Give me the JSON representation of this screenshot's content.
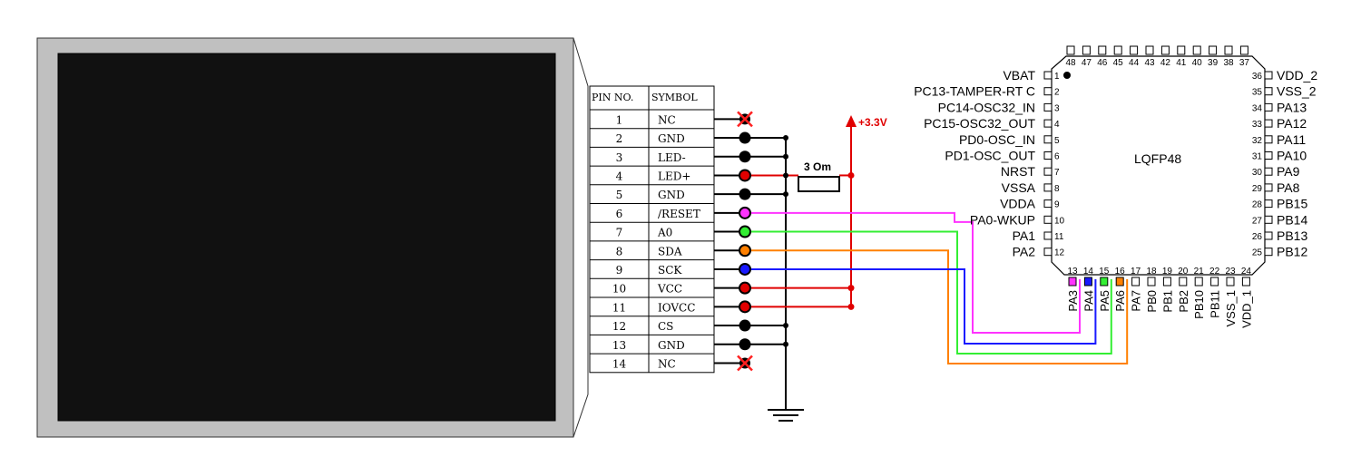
{
  "lcd": {
    "header_pin": "PIN NO.",
    "header_symbol": "SYMBOL",
    "pins": [
      {
        "no": "1",
        "symbol": "NC",
        "dot": "x",
        "color": "#000000"
      },
      {
        "no": "2",
        "symbol": "GND",
        "dot": "gnd",
        "color": "#000000"
      },
      {
        "no": "3",
        "symbol": "LED-",
        "dot": "gnd",
        "color": "#000000"
      },
      {
        "no": "4",
        "symbol": "LED+",
        "dot": "red",
        "color": "#e00000"
      },
      {
        "no": "5",
        "symbol": "GND",
        "dot": "gnd",
        "color": "#000000"
      },
      {
        "no": "6",
        "symbol": "/RESET",
        "dot": "sig",
        "color": "#ff33ff"
      },
      {
        "no": "7",
        "symbol": "A0",
        "dot": "sig",
        "color": "#33ee33"
      },
      {
        "no": "8",
        "symbol": "SDA",
        "dot": "sig",
        "color": "#ff8000"
      },
      {
        "no": "9",
        "symbol": "SCK",
        "dot": "sig",
        "color": "#1a1aff"
      },
      {
        "no": "10",
        "symbol": "VCC",
        "dot": "red",
        "color": "#e00000"
      },
      {
        "no": "11",
        "symbol": "IOVCC",
        "dot": "red",
        "color": "#e00000"
      },
      {
        "no": "12",
        "symbol": "CS",
        "dot": "gnd",
        "color": "#000000"
      },
      {
        "no": "13",
        "symbol": "GND",
        "dot": "gnd",
        "color": "#000000"
      },
      {
        "no": "14",
        "symbol": "NC",
        "dot": "x",
        "color": "#000000"
      }
    ]
  },
  "power": {
    "label": "+3.3V",
    "color": "#e00000"
  },
  "resistor": {
    "label": "3 Om"
  },
  "mcu": {
    "package": "LQFP48",
    "left_pins": [
      {
        "name": "VBAT",
        "num": "1"
      },
      {
        "name": "PC13-TAMPER-RT C",
        "num": "2"
      },
      {
        "name": "PC14-OSC32_IN",
        "num": "3"
      },
      {
        "name": "PC15-OSC32_OUT",
        "num": "4"
      },
      {
        "name": "PD0-OSC_IN",
        "num": "5"
      },
      {
        "name": "PD1-OSC_OUT",
        "num": "6"
      },
      {
        "name": "NRST",
        "num": "7"
      },
      {
        "name": "VSSA",
        "num": "8"
      },
      {
        "name": "VDDA",
        "num": "9"
      },
      {
        "name": "PA0-WKUP",
        "num": "10"
      },
      {
        "name": "PA1",
        "num": "11"
      },
      {
        "name": "PA2",
        "num": "12"
      }
    ],
    "bottom_pins": [
      {
        "name": "PA3",
        "num": "13",
        "color": "#ff33ff"
      },
      {
        "name": "PA4",
        "num": "14",
        "color": "#1a1aff"
      },
      {
        "name": "PA5",
        "num": "15",
        "color": "#33ee33"
      },
      {
        "name": "PA6",
        "num": "16",
        "color": "#ff8000"
      },
      {
        "name": "PA7",
        "num": "17",
        "color": ""
      },
      {
        "name": "PB0",
        "num": "18",
        "color": ""
      },
      {
        "name": "PB1",
        "num": "19",
        "color": ""
      },
      {
        "name": "PB2",
        "num": "20",
        "color": ""
      },
      {
        "name": "PB10",
        "num": "21",
        "color": ""
      },
      {
        "name": "PB11",
        "num": "22",
        "color": ""
      },
      {
        "name": "VSS_1",
        "num": "23",
        "color": ""
      },
      {
        "name": "VDD_1",
        "num": "24",
        "color": ""
      }
    ],
    "right_pins": [
      {
        "name": "PB12",
        "num": "25"
      },
      {
        "name": "PB13",
        "num": "26"
      },
      {
        "name": "PB14",
        "num": "27"
      },
      {
        "name": "PB15",
        "num": "28"
      },
      {
        "name": "PA8",
        "num": "29"
      },
      {
        "name": "PA9",
        "num": "30"
      },
      {
        "name": "PA10",
        "num": "31"
      },
      {
        "name": "PA11",
        "num": "32"
      },
      {
        "name": "PA12",
        "num": "33"
      },
      {
        "name": "PA13",
        "num": "34"
      },
      {
        "name": "VSS_2",
        "num": "35"
      },
      {
        "name": "VDD_2",
        "num": "36"
      }
    ],
    "top_pins": [
      {
        "num": "37"
      },
      {
        "num": "38"
      },
      {
        "num": "39"
      },
      {
        "num": "40"
      },
      {
        "num": "41"
      },
      {
        "num": "42"
      },
      {
        "num": "43"
      },
      {
        "num": "44"
      },
      {
        "num": "45"
      },
      {
        "num": "46"
      },
      {
        "num": "47"
      },
      {
        "num": "48"
      }
    ]
  },
  "colors": {
    "pink": "#ff33ff",
    "green": "#33ee33",
    "orange": "#ff8000",
    "blue": "#1a1aff",
    "red": "#e00000",
    "bezel": "#c0c0c0",
    "screen": "#111111"
  }
}
